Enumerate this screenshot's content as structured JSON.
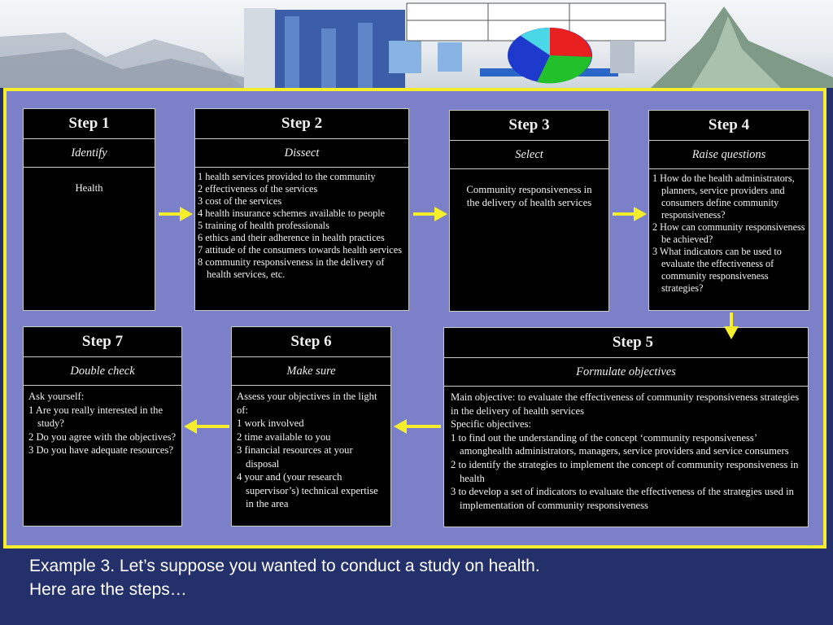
{
  "steps": {
    "s1": {
      "label": "Step 1",
      "action": "Identify",
      "text": "Health"
    },
    "s2": {
      "label": "Step 2",
      "action": "Dissect",
      "items": [
        "1 health services provided to the community",
        "2 effectiveness of the services",
        "3 cost of the services",
        "4 health insurance schemes available to people",
        "5 training of health professionals",
        "6 ethics and their adherence in health practices",
        "7 attitude of the consumers towards health services",
        "8 community responsiveness in the delivery of health services, etc."
      ]
    },
    "s3": {
      "label": "Step 3",
      "action": "Select",
      "text": "Community responsiveness in the delivery of health services"
    },
    "s4": {
      "label": "Step 4",
      "action": "Raise questions",
      "items": [
        "1 How do the health administrators, planners, service providers and consumers define community responsiveness?",
        "2 How can community responsiveness be achieved?",
        "3 What indicators can be used to evaluate the effectiveness of community responsiveness strategies?"
      ]
    },
    "s5": {
      "label": "Step 5",
      "action": "Formulate objectives",
      "main": "Main objective: to evaluate the effectiveness of community responsiveness strategies in the delivery of health services",
      "specific_label": "Specific objectives:",
      "items": [
        "1 to find out the understanding of the concept ‘community responsiveness’ amonghealth administrators, managers, service providers and service consumers",
        "2 to identify the strategies to implement the concept of community responsiveness in health",
        "3 to develop a set of indicators to evaluate the effectiveness of the strategies used in implementation of community responsiveness"
      ]
    },
    "s6": {
      "label": "Step 6",
      "action": "Make sure",
      "intro": "Assess your objectives in the light of:",
      "items": [
        "1 work involved",
        "2 time available to you",
        "3 financial resources at your disposal",
        "4 your and (your research supervisor’s) technical expertise in the area"
      ]
    },
    "s7": {
      "label": "Step 7",
      "action": "Double check",
      "intro": "Ask yourself:",
      "items": [
        "1 Are you really interested in the study?",
        "2 Do you agree with the objectives?",
        "3 Do you have adequate resources?"
      ]
    }
  },
  "caption": {
    "line1": "Example 3.  Let’s suppose you wanted to conduct a study on health.",
    "line2": "Here are the steps…"
  },
  "colors": {
    "frame_border": "#f6ee2a",
    "frame_fill": "#7c80c8",
    "arrow": "#f6ee2a",
    "slide_bg": "#23306a"
  }
}
